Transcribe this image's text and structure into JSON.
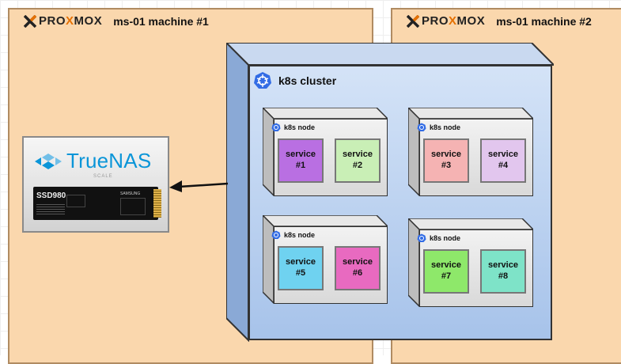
{
  "machines": [
    {
      "brand": "PROXMOX",
      "title": "ms-01 machine #1"
    },
    {
      "brand": "PROXMOX",
      "title": "ms-01 machine #2"
    }
  ],
  "cluster": {
    "title": "k8s cluster",
    "icon": "kubernetes-icon"
  },
  "nodes": [
    {
      "title": "k8s node",
      "services": [
        {
          "label": "service",
          "num": "#1",
          "color": "#b96fe2"
        },
        {
          "label": "service",
          "num": "#2",
          "color": "#c9efb6"
        }
      ]
    },
    {
      "title": "k8s node",
      "services": [
        {
          "label": "service",
          "num": "#3",
          "color": "#f5b3b3"
        },
        {
          "label": "service",
          "num": "#4",
          "color": "#e2c6ee"
        }
      ]
    },
    {
      "title": "k8s node",
      "services": [
        {
          "label": "service",
          "num": "#5",
          "color": "#6fd2f0"
        },
        {
          "label": "service",
          "num": "#6",
          "color": "#e86ac0"
        }
      ]
    },
    {
      "title": "k8s node",
      "services": [
        {
          "label": "service",
          "num": "#7",
          "color": "#8ee86a"
        },
        {
          "label": "service",
          "num": "#8",
          "color": "#7ee3c8"
        }
      ]
    }
  ],
  "truenas": {
    "name": "TrueNAS",
    "edition": "SCALE",
    "ssd_label": "SSD980",
    "ssd_brand": "SAMSUNG"
  },
  "colors": {
    "machine_bg": "#fad7ad",
    "cluster_front": "#a7c3ea",
    "proxmox_accent": "#e57000",
    "truenas_blue": "#0a95d8"
  }
}
